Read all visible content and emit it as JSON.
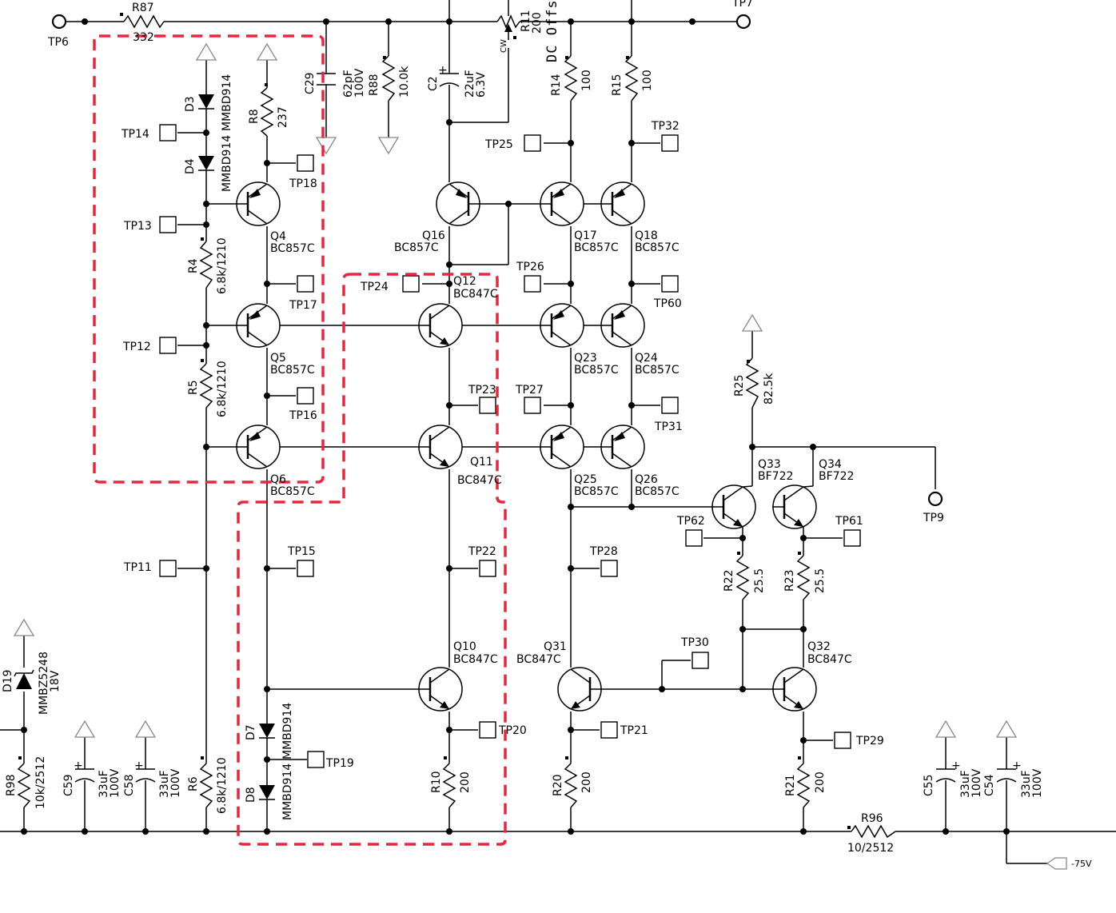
{
  "test_points": {
    "tp6": "TP6",
    "tp7": "TP7",
    "tp9": "TP9",
    "tp11": "TP11",
    "tp12": "TP12",
    "tp13": "TP13",
    "tp14": "TP14",
    "tp15": "TP15",
    "tp16": "TP16",
    "tp17": "TP17",
    "tp18": "TP18",
    "tp19": "TP19",
    "tp20": "TP20",
    "tp21": "TP21",
    "tp22": "TP22",
    "tp23": "TP23",
    "tp24": "TP24",
    "tp25": "TP25",
    "tp26": "TP26",
    "tp27": "TP27",
    "tp28": "TP28",
    "tp29": "TP29",
    "tp30": "TP30",
    "tp31": "TP31",
    "tp32": "TP32",
    "tp60": "TP60",
    "tp61": "TP61",
    "tp62": "TP62"
  },
  "resistors": {
    "r87": {
      "ref": "R87",
      "value": "332"
    },
    "r8": {
      "ref": "R8",
      "value": "237"
    },
    "r88": {
      "ref": "R88",
      "value": "10.0k"
    },
    "r11": {
      "ref": "R11",
      "value": "200"
    },
    "r14": {
      "ref": "R14",
      "value": "100"
    },
    "r15": {
      "ref": "R15",
      "value": "100"
    },
    "r4": {
      "ref": "R4",
      "value": "6.8k/1210"
    },
    "r5": {
      "ref": "R5",
      "value": "6.8k/1210"
    },
    "r6": {
      "ref": "R6",
      "value": "6.8k/1210"
    },
    "r25": {
      "ref": "R25",
      "value": "82.5k"
    },
    "r22": {
      "ref": "R22",
      "value": "25.5"
    },
    "r23": {
      "ref": "R23",
      "value": "25.5"
    },
    "r10": {
      "ref": "R10",
      "value": "200"
    },
    "r20": {
      "ref": "R20",
      "value": "200"
    },
    "r21": {
      "ref": "R21",
      "value": "200"
    },
    "r98": {
      "ref": "R98",
      "value": "10k/2512"
    },
    "r96": {
      "ref": "R96",
      "value": "10/2512"
    }
  },
  "capacitors": {
    "c29": {
      "ref": "C29",
      "value": "62pF",
      "voltage": "100V"
    },
    "c2": {
      "ref": "C2",
      "value": "22uF",
      "voltage": "6.3V"
    },
    "c59": {
      "ref": "C59",
      "value": "33uF",
      "voltage": "100V"
    },
    "c58": {
      "ref": "C58",
      "value": "33uF",
      "voltage": "100V"
    },
    "c55": {
      "ref": "C55",
      "value": "33uF",
      "voltage": "100V"
    },
    "c54": {
      "ref": "C54",
      "value": "33uF",
      "voltage": "100V"
    }
  },
  "diodes": {
    "d3": {
      "ref": "D3",
      "part": "MMBD914"
    },
    "d4": {
      "ref": "D4",
      "part": "MMBD914"
    },
    "d7": {
      "ref": "D7",
      "part": "MMBD914"
    },
    "d8": {
      "ref": "D8",
      "part": "MMBD914"
    },
    "d19": {
      "ref": "D19",
      "part": "MMBZ5248",
      "voltage": "18V"
    }
  },
  "transistors": {
    "q4": {
      "ref": "Q4",
      "part": "BC857C"
    },
    "q5": {
      "ref": "Q5",
      "part": "BC857C"
    },
    "q6": {
      "ref": "Q6",
      "part": "BC857C"
    },
    "q10": {
      "ref": "Q10",
      "part": "BC847C"
    },
    "q11": {
      "ref": "Q11",
      "part": "BC847C"
    },
    "q12": {
      "ref": "Q12",
      "part": "BC847C"
    },
    "q16": {
      "ref": "Q16",
      "part": "BC857C"
    },
    "q17": {
      "ref": "Q17",
      "part": "BC857C"
    },
    "q18": {
      "ref": "Q18",
      "part": "BC857C"
    },
    "q23": {
      "ref": "Q23",
      "part": "BC857C"
    },
    "q24": {
      "ref": "Q24",
      "part": "BC857C"
    },
    "q25": {
      "ref": "Q25",
      "part": "BC857C"
    },
    "q26": {
      "ref": "Q26",
      "part": "BC857C"
    },
    "q31": {
      "ref": "Q31",
      "part": "BC847C"
    },
    "q32": {
      "ref": "Q32",
      "part": "BC847C"
    },
    "q33": {
      "ref": "Q33",
      "part": "BF722"
    },
    "q34": {
      "ref": "Q34",
      "part": "BF722"
    }
  },
  "misc": {
    "dc_offset": "DC Offs",
    "cw": "CW",
    "rail_label": "-75V"
  }
}
